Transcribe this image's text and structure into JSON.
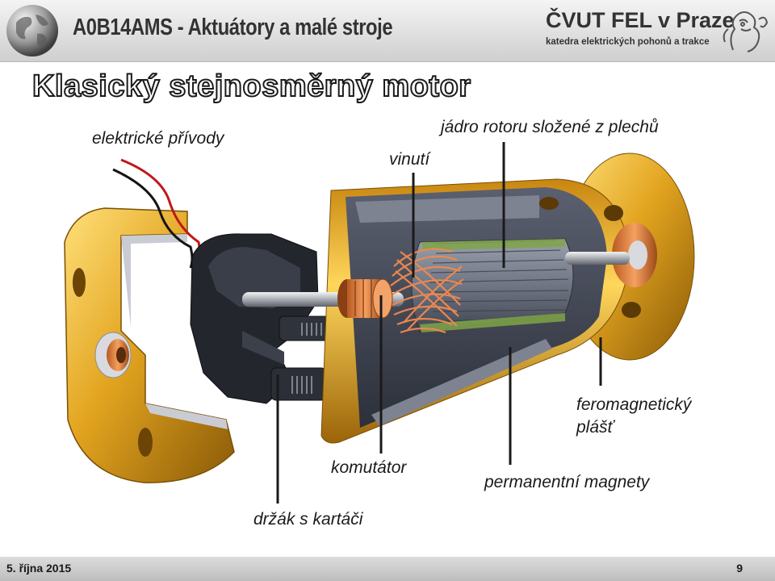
{
  "header": {
    "course": "A0B14AMS - Aktuátory a malé stroje",
    "university": "ČVUT FEL v Praze",
    "department": "katedra elektrických pohonů a trakce"
  },
  "title": "Klasický stejnosměrný motor",
  "labels": {
    "leads": "elektrické přívody",
    "winding": "vinutí",
    "core": "jádro rotoru složené z plechů",
    "housing_line1": "feromagnetický",
    "housing_line2": "plášť",
    "commutator": "komutátor",
    "magnets": "permanentní magnety",
    "brush_holder": "držák s kartáči"
  },
  "footer": {
    "date": "5. října 2015",
    "page": "9"
  },
  "colors": {
    "gold": "#e2a41f",
    "rotor": "#6f7583",
    "copper": "#e9874a"
  },
  "icons": [
    "globe-icon",
    "lion-emblem-icon"
  ]
}
